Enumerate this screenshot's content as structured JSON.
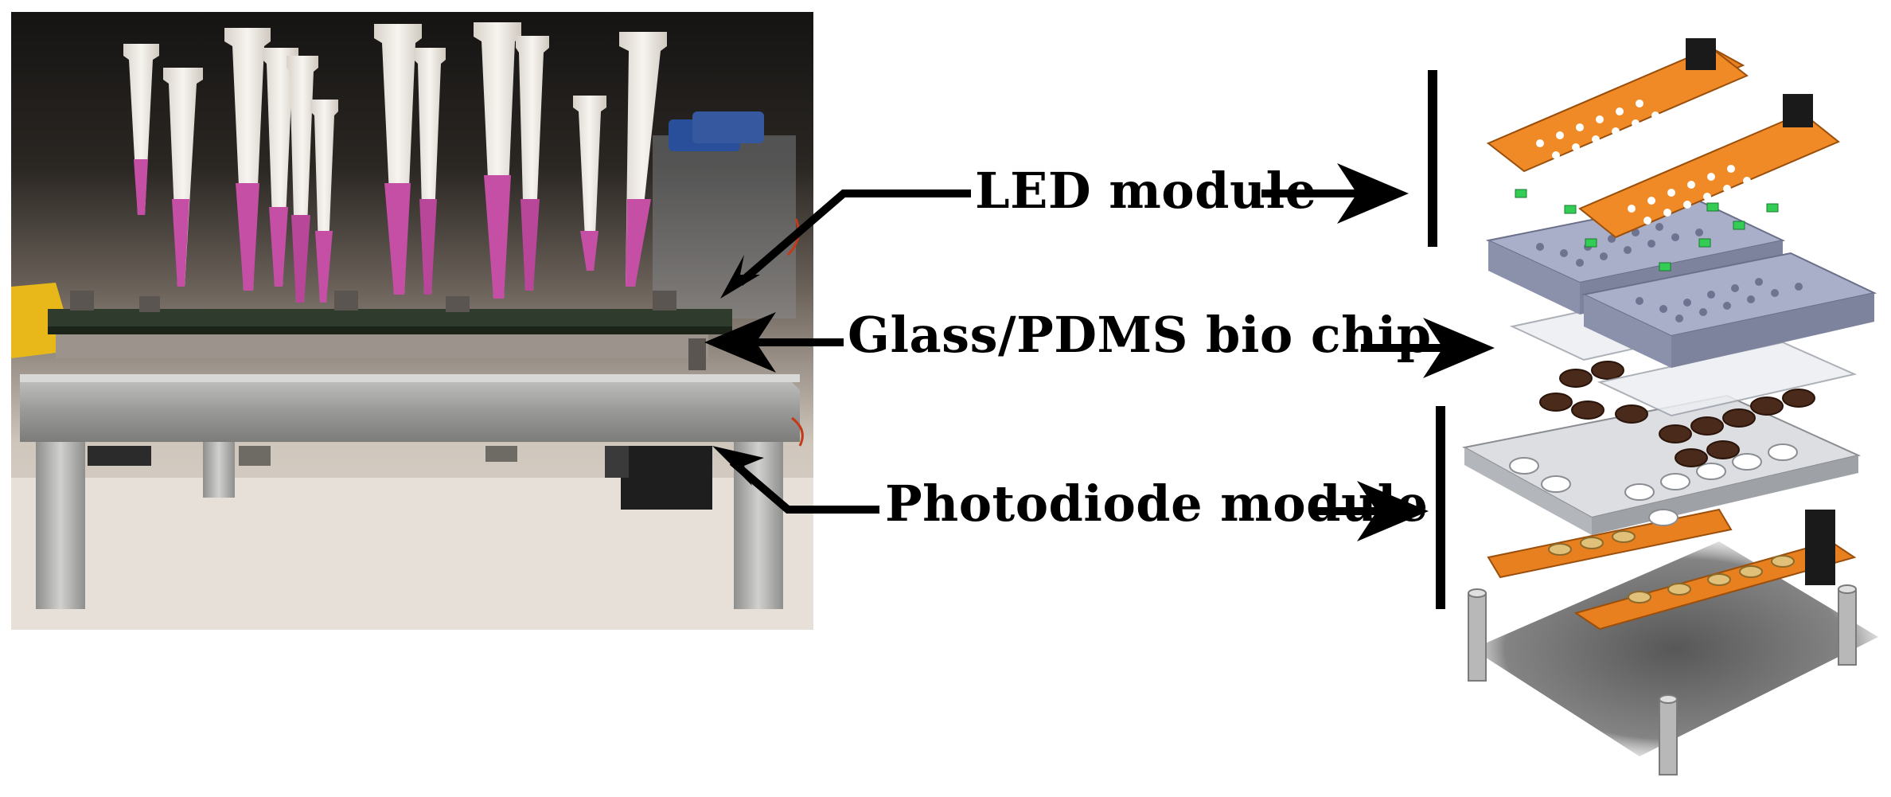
{
  "figure": {
    "labels": {
      "led_module": "LED module",
      "glass_pdms_chip": "Glass/PDMS bio chip",
      "photodiode_module": "Photodiode module"
    },
    "colors": {
      "pcb_orange": "#e8801f",
      "plate_blue": "#a9aec9",
      "plate_gray": "#d9dbde",
      "cuvette_brown": "#4a2a1a",
      "led_green": "#33cc55",
      "frame_aluminum": "#a9a9a9",
      "pink_liquid": "#c64fa6",
      "tip_translucent": "#f0ece6",
      "annotation_black": "#000000"
    }
  }
}
